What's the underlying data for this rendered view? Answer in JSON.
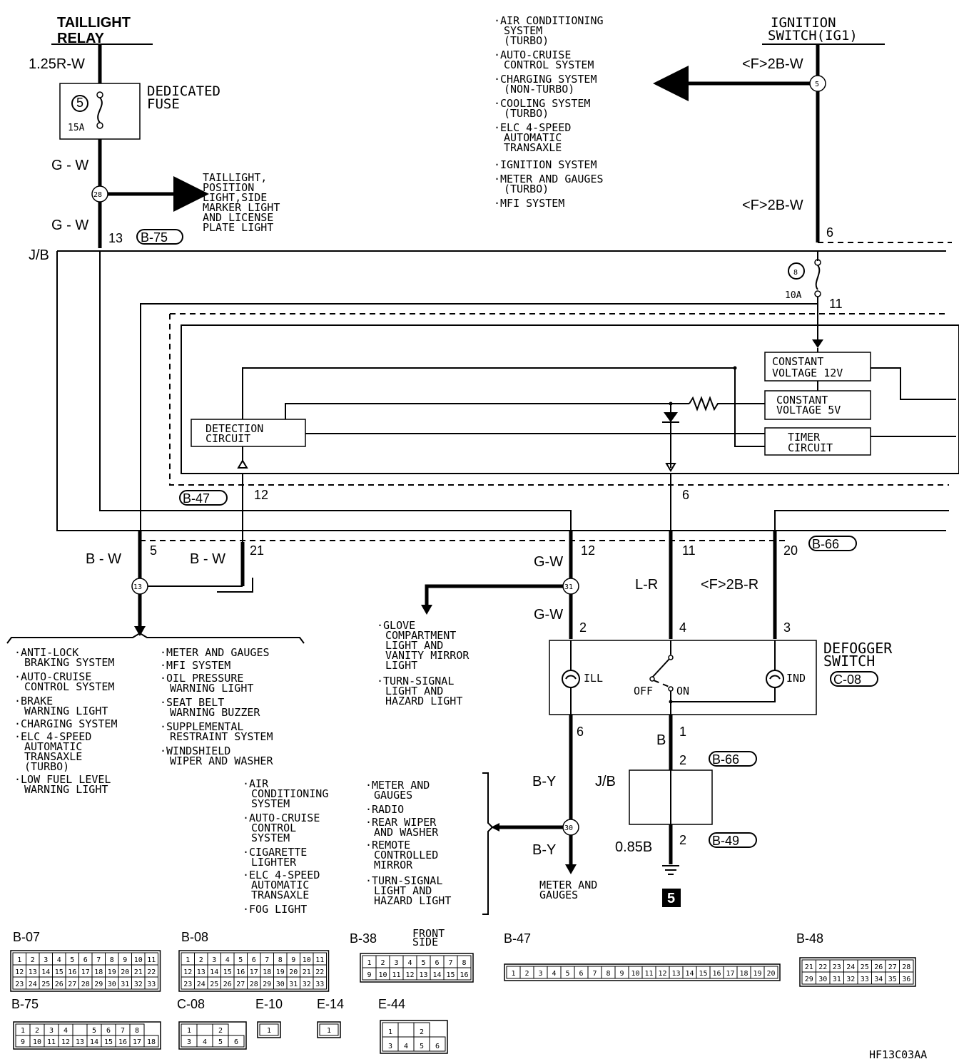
{
  "relay": {
    "line1": "TAILLIGHT",
    "line2": "RELAY"
  },
  "wire_labels": {
    "relay_out": "1.25R-W",
    "gw_a": "G - W",
    "gw_b": "G - W",
    "ign_a": "<F>2B-W",
    "ign_b": "<F>2B-W",
    "bw_a": "B - W",
    "bw_b": "B - W",
    "gw_c": "G-W",
    "gw_d": "G-W",
    "lr": "L-R",
    "f2br": "<F>2B-R",
    "b": "B",
    "by_a": "B-Y",
    "by_b": "B-Y",
    "b085": "0.85B"
  },
  "dedicated_fuse": {
    "line1": "DEDICATED",
    "line2": "FUSE",
    "num": "5",
    "rating": "15A"
  },
  "fuse8": {
    "num": "8",
    "rating": "10A"
  },
  "ignition": {
    "line1": "IGNITION",
    "line2": "SWITCH(IG1)"
  },
  "jb_label": "J/B",
  "jb_label_lower": "J/B",
  "splices": {
    "s28": "28",
    "s5": "5",
    "s13": "13",
    "s31": "31",
    "s30": "30"
  },
  "taillight_dest": [
    "TAILLIGHT,",
    "POSITION",
    "LIGHT,SIDE",
    "MARKER LIGHT",
    "AND LICENSE",
    "PLATE LIGHT"
  ],
  "top_systems": [
    [
      "·AIR CONDITIONING",
      "SYSTEM",
      "(TURBO)"
    ],
    [
      "·AUTO-CRUISE",
      "CONTROL SYSTEM"
    ],
    [
      "·CHARGING SYSTEM",
      "(NON-TURBO)"
    ],
    [
      "·COOLING SYSTEM",
      "(TURBO)"
    ],
    [
      "·ELC 4-SPEED",
      "AUTOMATIC",
      "TRANSAXLE"
    ],
    [
      "·IGNITION SYSTEM"
    ],
    [
      "·METER AND GAUGES",
      "(TURBO)"
    ],
    [
      "·MFI SYSTEM"
    ]
  ],
  "pins": {
    "p13": "13",
    "p6top": "6",
    "p11top": "11",
    "p12a": "12",
    "p6mid": "6",
    "p5": "5",
    "p21": "21",
    "p12b": "12",
    "p11": "11",
    "p20": "20",
    "p2": "2",
    "p4": "4",
    "p3": "3",
    "p1": "1",
    "p6low": "6",
    "p2jb": "2",
    "p2gnd": "2"
  },
  "connectors": {
    "b75": "B-75",
    "b47": "B-47",
    "b66": "B-66",
    "c08": "C-08",
    "b66b": "B-66",
    "b49": "B-49"
  },
  "internal": {
    "cv12_1": "CONSTANT",
    "cv12_2": "VOLTAGE 12V",
    "cv5_1": "CONSTANT",
    "cv5_2": "VOLTAGE 5V",
    "timer_1": "TIMER",
    "timer_2": "CIRCUIT",
    "det_1": "DETECTION",
    "det_2": "CIRCUIT"
  },
  "defogger": {
    "line1": "DEFOGGER",
    "line2": "SWITCH",
    "ill": "ILL",
    "ind": "IND",
    "off": "OFF",
    "on": "ON"
  },
  "glove_dest": [
    [
      "·GLOVE",
      "COMPARTMENT",
      "LIGHT AND",
      "VANITY MIRROR",
      "LIGHT"
    ],
    [
      "·TURN-SIGNAL",
      "LIGHT AND",
      "HAZARD LIGHT"
    ]
  ],
  "left_list_a": [
    [
      "·ANTI-LOCK",
      "BRAKING SYSTEM"
    ],
    [
      "·AUTO-CRUISE",
      "CONTROL SYSTEM"
    ],
    [
      "·BRAKE",
      "WARNING LIGHT"
    ],
    [
      "·CHARGING SYSTEM"
    ],
    [
      "·ELC 4-SPEED",
      "AUTOMATIC",
      "TRANSAXLE",
      "(TURBO)"
    ],
    [
      "·LOW FUEL LEVEL",
      "WARNING LIGHT"
    ]
  ],
  "left_list_b": [
    [
      "·METER AND GAUGES"
    ],
    [
      "·MFI SYSTEM"
    ],
    [
      "·OIL PRESSURE",
      "WARNING LIGHT"
    ],
    [
      "·SEAT BELT",
      "WARNING BUZZER"
    ],
    [
      "·SUPPLEMENTAL",
      "RESTRAINT SYSTEM"
    ],
    [
      "·WINDSHIELD",
      "WIPER AND WASHER"
    ]
  ],
  "mid_list_a": [
    [
      "·AIR",
      "CONDITIONING",
      "SYSTEM"
    ],
    [
      "·AUTO-CRUISE",
      "CONTROL",
      "SYSTEM"
    ],
    [
      "·CIGARETTE",
      "LIGHTER"
    ],
    [
      "·ELC 4-SPEED",
      "AUTOMATIC",
      "TRANSAXLE"
    ],
    [
      "·FOG LIGHT"
    ]
  ],
  "mid_list_b": [
    [
      "·METER AND",
      "GAUGES"
    ],
    [
      "·RADIO"
    ],
    [
      "·REAR WIPER",
      "AND WASHER"
    ],
    [
      "·REMOTE",
      "CONTROLLED",
      "MIRROR"
    ],
    [
      "·TURN-SIGNAL",
      "LIGHT AND",
      "HAZARD LIGHT"
    ]
  ],
  "meter_dest": [
    "METER AND",
    "GAUGES"
  ],
  "ground_num": "5",
  "connector_faces": [
    {
      "id": "B-07",
      "rows": [
        [
          "1",
          "2",
          "3",
          "4",
          "5",
          "6",
          "7",
          "8",
          "9",
          "10",
          "11"
        ],
        [
          "12",
          "13",
          "14",
          "15",
          "16",
          "17",
          "18",
          "19",
          "20",
          "21",
          "22"
        ],
        [
          "23",
          "24",
          "25",
          "26",
          "27",
          "28",
          "29",
          "30",
          "31",
          "32",
          "33"
        ]
      ]
    },
    {
      "id": "B-08",
      "rows": [
        [
          "1",
          "2",
          "3",
          "4",
          "5",
          "6",
          "7",
          "8",
          "9",
          "10",
          "11"
        ],
        [
          "12",
          "13",
          "14",
          "15",
          "16",
          "17",
          "18",
          "19",
          "20",
          "21",
          "22"
        ],
        [
          "23",
          "24",
          "25",
          "26",
          "27",
          "28",
          "29",
          "30",
          "31",
          "32",
          "33"
        ]
      ]
    },
    {
      "id": "B-38",
      "note": [
        "FRONT",
        "SIDE"
      ],
      "rows": [
        [
          "1",
          "2",
          "3",
          "4",
          "5",
          "6",
          "7",
          "8"
        ],
        [
          "9",
          "10",
          "11",
          "12",
          "13",
          "14",
          "15",
          "16"
        ]
      ]
    },
    {
      "id": "B-47",
      "rows": [
        [
          "1",
          "2",
          "3",
          "4",
          "5",
          "6",
          "7",
          "8",
          "9",
          "10",
          "11",
          "12",
          "13",
          "14",
          "15",
          "16",
          "17",
          "18",
          "19",
          "20"
        ]
      ]
    },
    {
      "id": "B-48",
      "rows": [
        [
          "21",
          "22",
          "23",
          "24",
          "25",
          "26",
          "27",
          "28"
        ],
        [
          "29",
          "30",
          "31",
          "32",
          "33",
          "34",
          "35",
          "36"
        ]
      ]
    },
    {
      "id": "B-75",
      "rows": [
        [
          "1",
          "2",
          "3",
          "4",
          "",
          "5",
          "6",
          "7",
          "8"
        ],
        [
          "9",
          "10",
          "11",
          "12",
          "13",
          "14",
          "15",
          "16",
          "17",
          "18"
        ]
      ]
    },
    {
      "id": "C-08",
      "rows": [
        [
          "1",
          "",
          "2"
        ],
        [
          "3",
          "4",
          "5",
          "6"
        ]
      ]
    },
    {
      "id": "E-10",
      "rows": [
        [
          "1"
        ]
      ]
    },
    {
      "id": "E-14",
      "rows": [
        [
          "1"
        ]
      ]
    },
    {
      "id": "E-44",
      "rows": [
        [
          "1",
          "",
          "2"
        ],
        [
          "3",
          "4",
          "5",
          "6"
        ]
      ]
    }
  ],
  "figure_code": "HF13C03AA"
}
